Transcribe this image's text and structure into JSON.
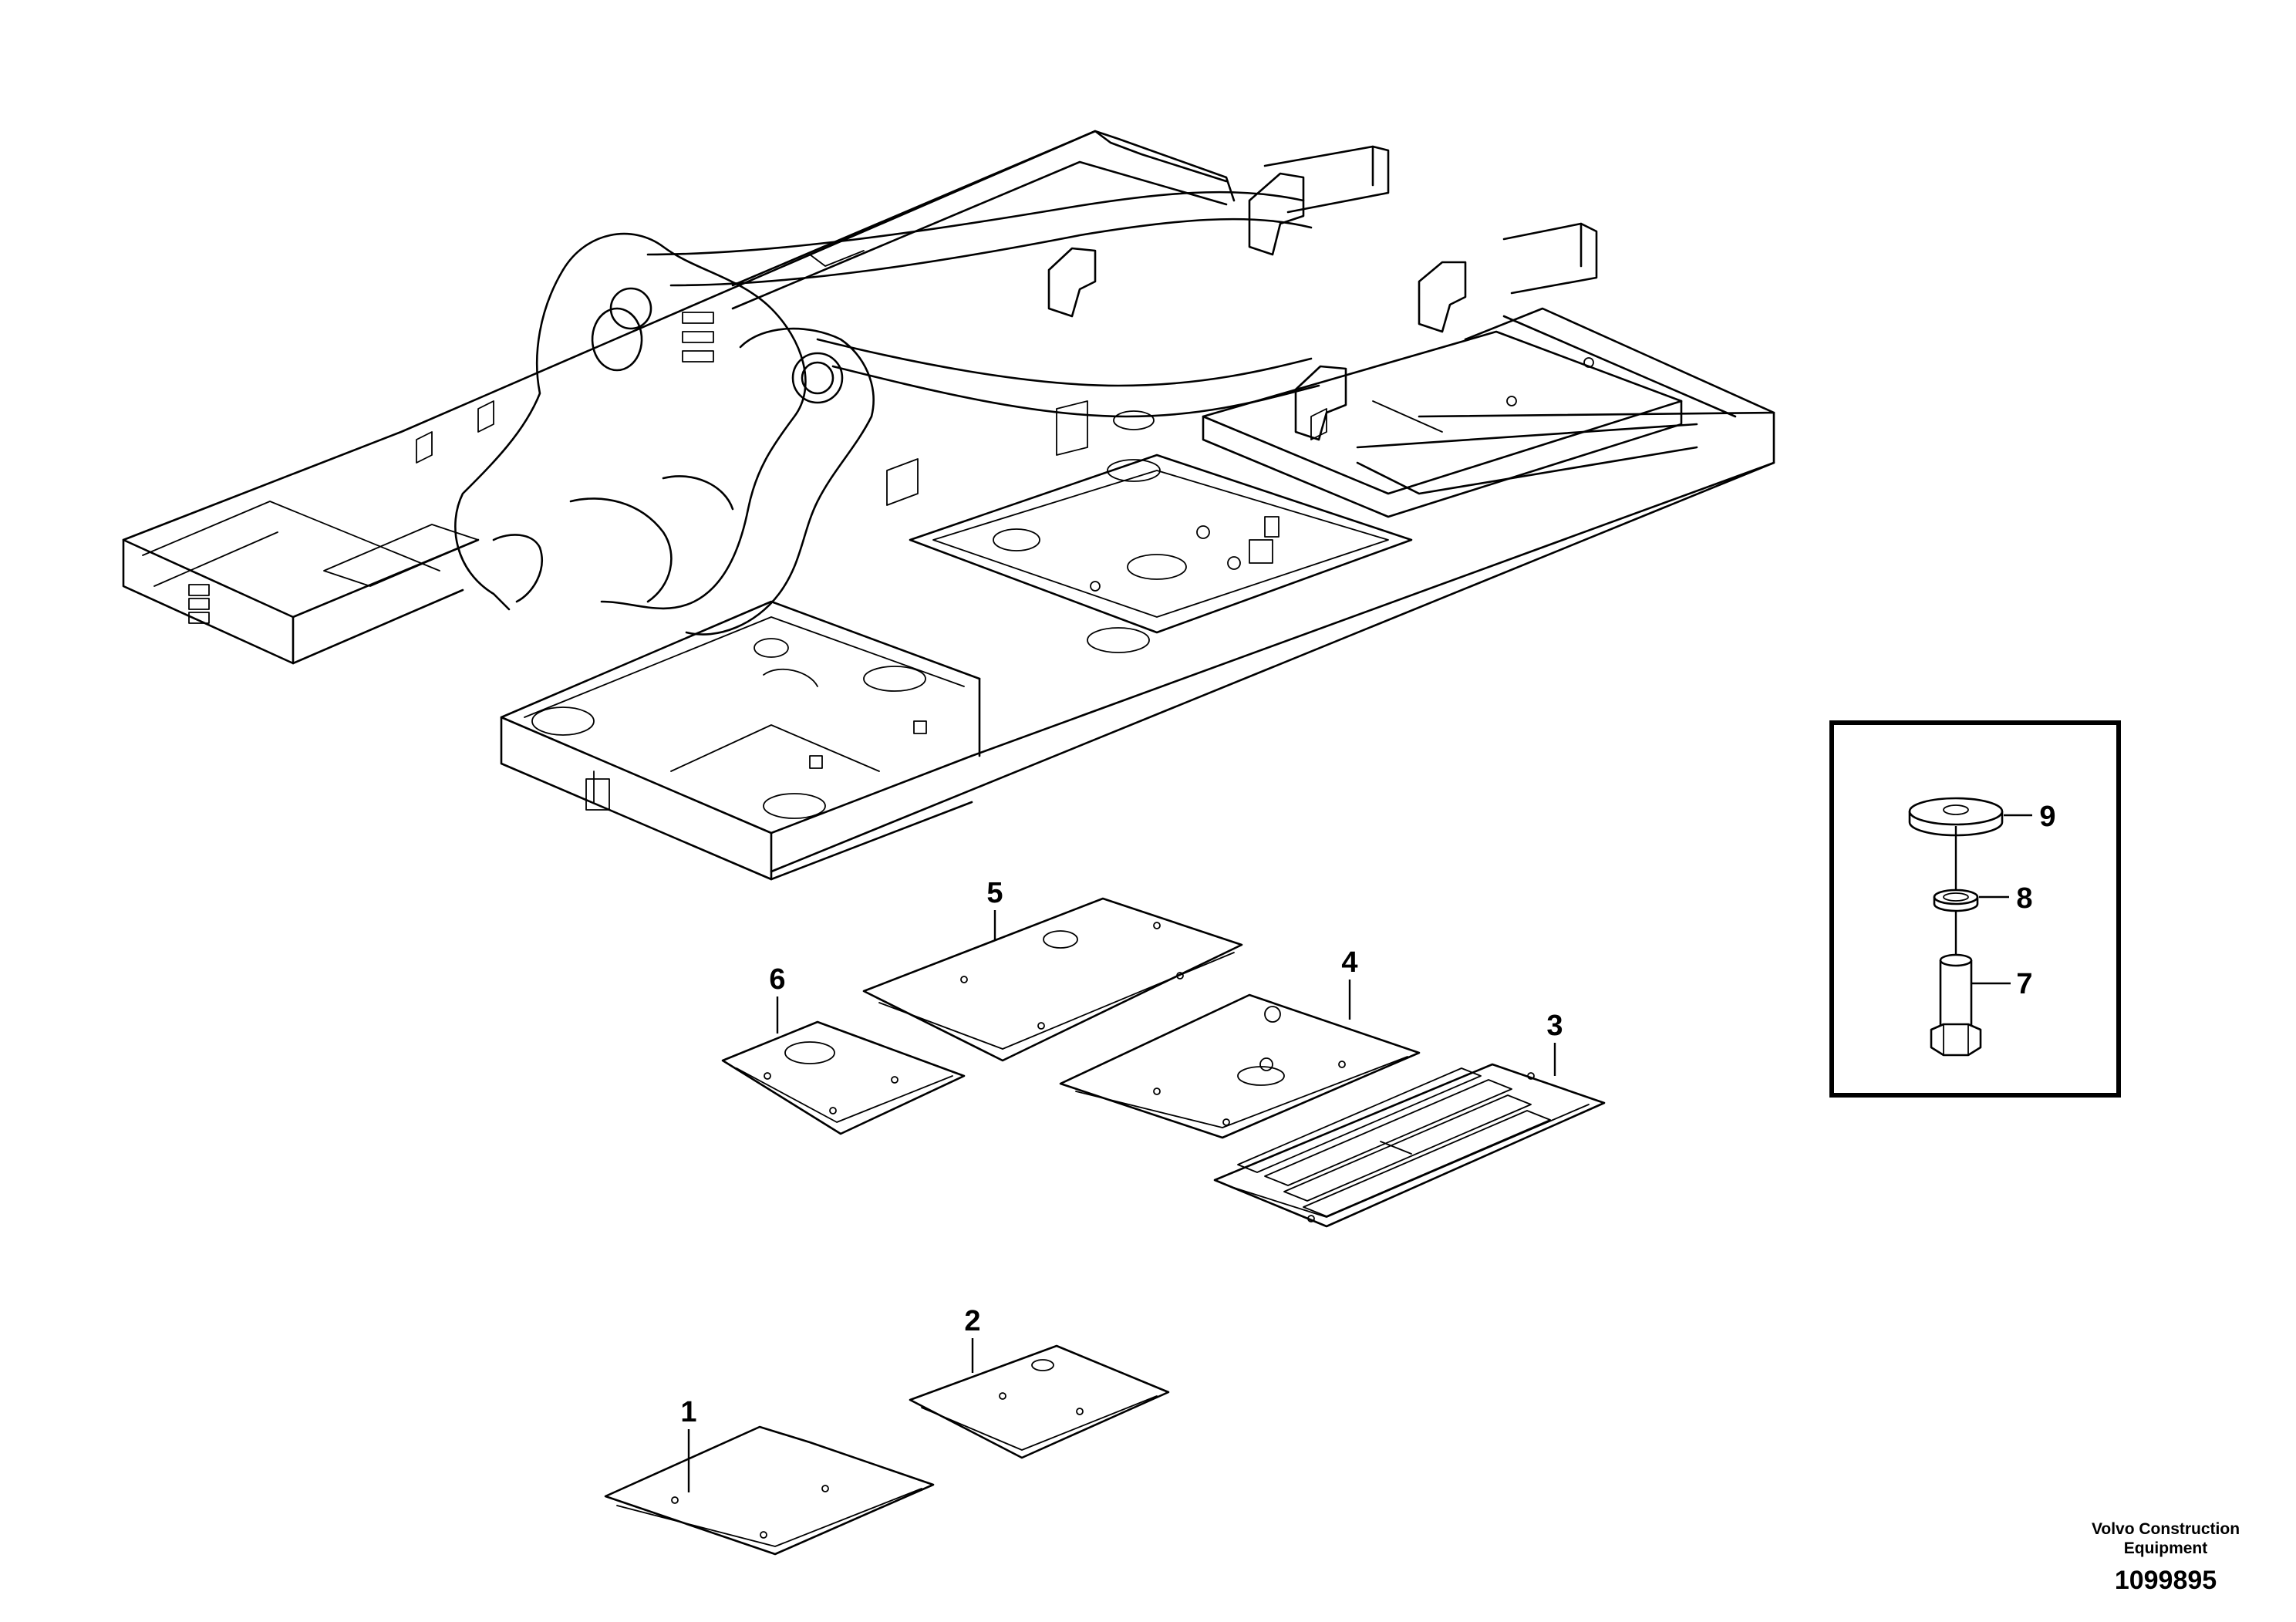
{
  "callouts": {
    "c1": "1",
    "c2": "2",
    "c3": "3",
    "c4": "4",
    "c5": "5",
    "c6": "6",
    "c7": "7",
    "c8": "8",
    "c9": "9"
  },
  "footer": {
    "brand_line1": "Volvo Construction",
    "brand_line2": "Equipment",
    "drawing_number": "1099895"
  }
}
